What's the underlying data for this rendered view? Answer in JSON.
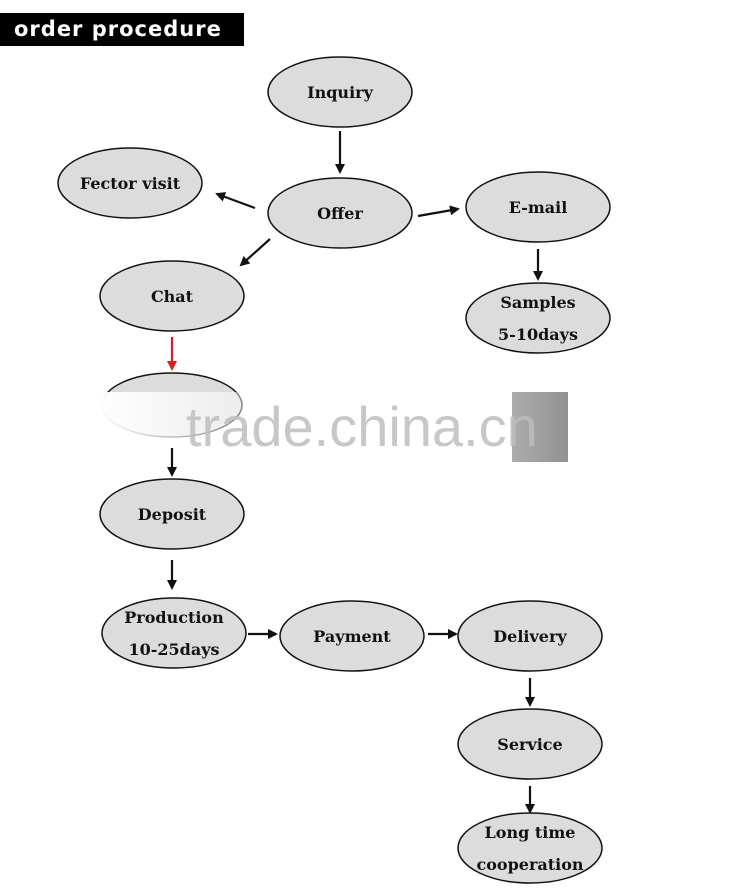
{
  "header": {
    "title": "order procedure"
  },
  "nodes": [
    {
      "id": "inquiry",
      "lines": [
        "Inquiry"
      ]
    },
    {
      "id": "offer",
      "lines": [
        "Offer"
      ]
    },
    {
      "id": "factor-visit",
      "lines": [
        "Fector visit"
      ]
    },
    {
      "id": "email",
      "lines": [
        "E-mail"
      ]
    },
    {
      "id": "chat",
      "lines": [
        "Chat"
      ]
    },
    {
      "id": "samples",
      "lines": [
        "Samples",
        "5-10days"
      ]
    },
    {
      "id": "deposit",
      "lines": [
        "Deposit"
      ]
    },
    {
      "id": "production",
      "lines": [
        "Production",
        "10-25days"
      ]
    },
    {
      "id": "payment",
      "lines": [
        "Payment"
      ]
    },
    {
      "id": "delivery",
      "lines": [
        "Delivery"
      ]
    },
    {
      "id": "service",
      "lines": [
        "Service"
      ]
    },
    {
      "id": "long-time",
      "lines": [
        "Long time",
        "cooperation"
      ]
    }
  ],
  "edges": [
    {
      "from": "inquiry",
      "to": "offer"
    },
    {
      "from": "offer",
      "to": "factor-visit"
    },
    {
      "from": "offer",
      "to": "email"
    },
    {
      "from": "offer",
      "to": "chat"
    },
    {
      "from": "email",
      "to": "samples"
    },
    {
      "from": "chat",
      "to": "order",
      "color": "#d62020"
    },
    {
      "from": "order",
      "to": "deposit"
    },
    {
      "from": "deposit",
      "to": "production"
    },
    {
      "from": "production",
      "to": "payment"
    },
    {
      "from": "payment",
      "to": "delivery"
    },
    {
      "from": "delivery",
      "to": "service"
    },
    {
      "from": "service",
      "to": "long-time"
    }
  ],
  "watermark": {
    "text": "trade.china.cn"
  },
  "colors": {
    "node_fill": "#dcdcdc",
    "node_stroke": "#111111",
    "arrow": "#111111",
    "highlight_arrow": "#d62020"
  }
}
